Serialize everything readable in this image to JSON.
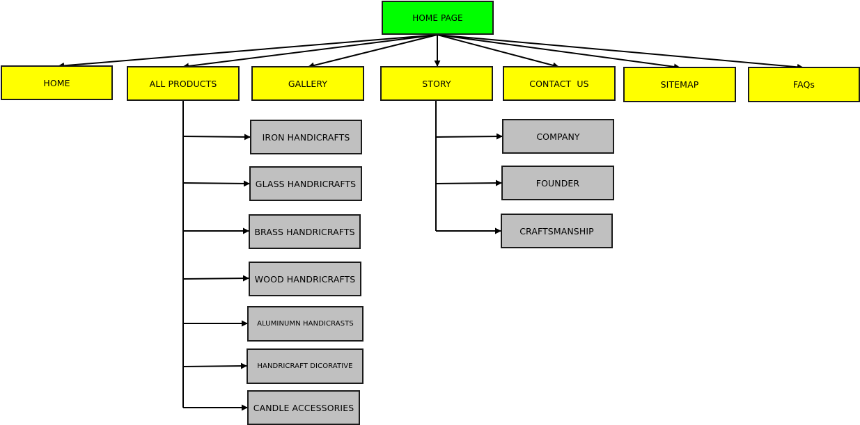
{
  "root": {
    "label": "HOME PAGE",
    "color": "#00ff00"
  },
  "nav_color": "#ffff00",
  "sub_color": "#c0c0c0",
  "nav": [
    {
      "label": "HOME"
    },
    {
      "label": "ALL PRODUCTS"
    },
    {
      "label": "GALLERY"
    },
    {
      "label": "STORY"
    },
    {
      "label": "CONTACT  US"
    },
    {
      "label": "SITEMAP"
    },
    {
      "label": "FAQs"
    }
  ],
  "products": [
    {
      "label": "IRON HANDICRAFTS"
    },
    {
      "label": "GLASS HANDRICRAFTS"
    },
    {
      "label": "BRASS HANDRICRAFTS"
    },
    {
      "label": "WOOD HANDRICRAFTS"
    },
    {
      "label": "ALUMINUMN HANDICRASTS"
    },
    {
      "label": "HANDRICRAFT DICORATIVE"
    },
    {
      "label": "CANDLE ACCESSORIES"
    }
  ],
  "story": [
    {
      "label": "COMPANY"
    },
    {
      "label": "FOUNDER"
    },
    {
      "label": "CRAFTSMANSHIP"
    }
  ]
}
